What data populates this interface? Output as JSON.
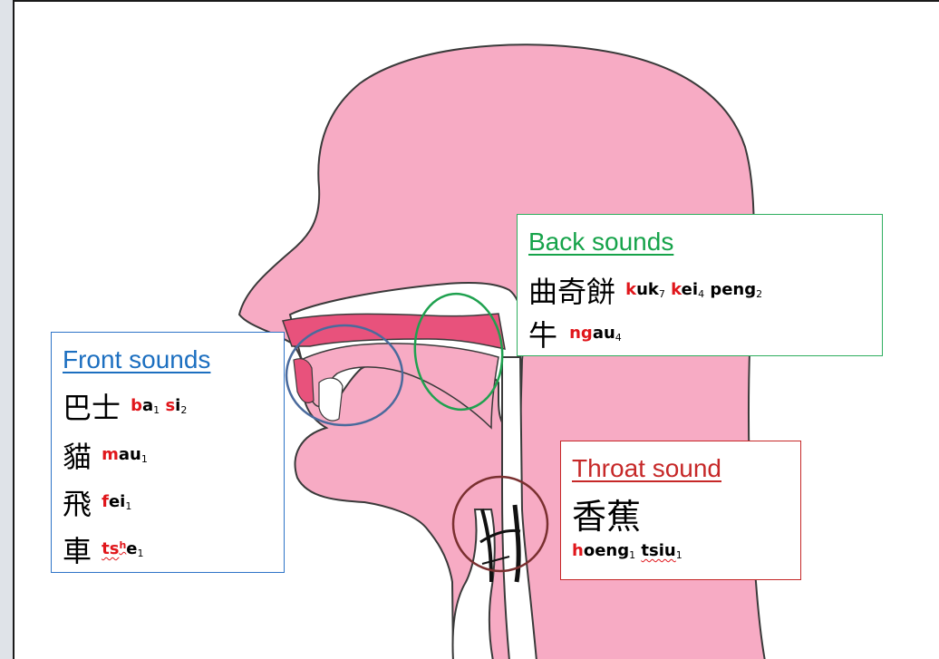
{
  "colors": {
    "skin": "#f7abc4",
    "palate": "#e8527c",
    "front": "#1c6fc0",
    "back": "#16a34a",
    "throat": "#c62828",
    "circle_front": "#4a6a9c",
    "circle_back": "#1fa14f",
    "circle_throat": "#7a3030",
    "initial": "#e0161b"
  },
  "front": {
    "title": "Front sounds",
    "rows": [
      {
        "chars": "巴士",
        "p1a": "b",
        "p1b": "a",
        "t1": "1",
        "p2a": "s",
        "p2b": "i",
        "t2": "2"
      },
      {
        "chars": "貓",
        "a": "m",
        "b": "au",
        "t": "1"
      },
      {
        "chars": "飛",
        "a": "f",
        "b": "ei",
        "t": "1"
      },
      {
        "chars": "車",
        "a": "ts",
        "sup": "h",
        "b": "e",
        "t": "1"
      }
    ]
  },
  "back": {
    "title": "Back sounds",
    "rows": [
      {
        "chars": "曲奇餅",
        "a1": "k",
        "b1": "uk",
        "t1": "7",
        "a2": "k",
        "b2": "ei",
        "t2": "4",
        "s3": "peng",
        "t3": "2"
      },
      {
        "chars": "牛",
        "a": "ng",
        "b": "au",
        "t": "4"
      }
    ]
  },
  "throat": {
    "title": "Throat sound",
    "chars": "香蕉",
    "a": "h",
    "b": "oeng",
    "t1": "1",
    "w2": "tsiu",
    "t2": "1"
  },
  "icons": {
    "head": "head-profile-icon",
    "larynx": "larynx-icon"
  }
}
